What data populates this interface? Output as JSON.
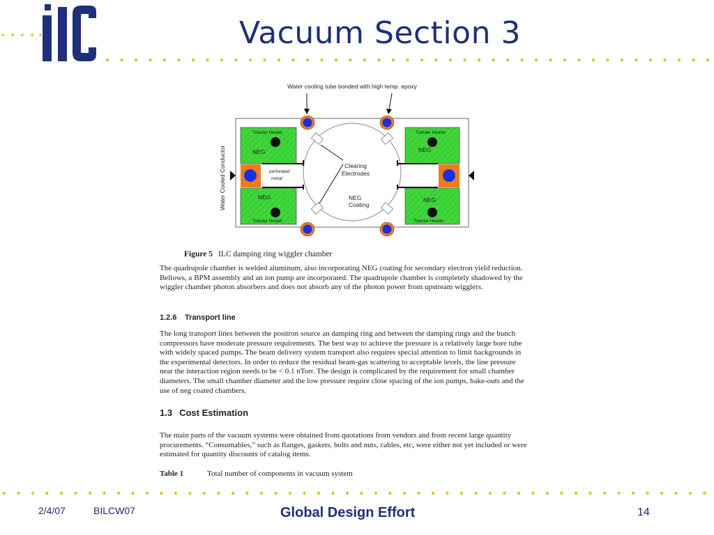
{
  "slide": {
    "title": "Vacuum Section 3",
    "logo_text": "ilc",
    "colors": {
      "title": "#1f2f7a",
      "dots": "#d6c300",
      "logo": "#1f2f7a"
    }
  },
  "figure": {
    "label_top": "Water cooling tube bonded with high temp. epoxy",
    "label_left": "Water Cooled Conductor",
    "tubular_heater": "Tubular Heater",
    "neg": "NEG",
    "perforated": "perforated",
    "metal": "metal",
    "clearing": "Clearing",
    "electrodes": "Electrodes",
    "neg_coating_1": "NEG",
    "neg_coating_2": "Coating",
    "caption_label": "Figure 5",
    "caption_text": "ILC damping ring wiggler chamber"
  },
  "document": {
    "para1": "The quadrupole chamber is welded aluminum, also incorporating NEG coating for secondary electron yield reduction. Bellows, a BPM assembly and an ion pump are incorporated. The quadrupole chamber is completely shadowed by the wiggler chamber photon absorbers and does not absorb any of the photon power from upstream wigglers.",
    "section_126_num": "1.2.6",
    "section_126_title": "Transport line",
    "para2": "The long transport lines between the positron source an damping ring and between the damping rings and the bunch compressors have moderate pressure requirements. The best way to achieve the pressure is a relatively large bore tube with widely spaced pumps. The beam delivery system transport also requires special attention to limit backgrounds in the experimental detectors. In order to reduce the residual beam-gas scattering to acceptable levels, the line pressure near the interaction region needs to be < 0.1 nTorr.  The design is complicated by the requirement for small chamber diameters.  The small chamber diameter and the low pressure require close spacing of the ion pumps, bake-outs and the use of neg coated chambers.",
    "section_13_num": "1.3",
    "section_13_title": "Cost Estimation",
    "para3": "The main parts of the vacuum systems were obtained from quotations from vendors and from recent large quantity procurements.  “Consumables,” such as flanges, gaskets, bolts and nuts, cables, etc, were either not yet included or were estimated for quantity discounts of catalog items.",
    "table_label": "Table 1",
    "table_text": "Total number of components in vacuum system"
  },
  "footer": {
    "date": "2/4/07",
    "event": "BILCW07",
    "center": "Global Design Effort",
    "page": "14"
  }
}
